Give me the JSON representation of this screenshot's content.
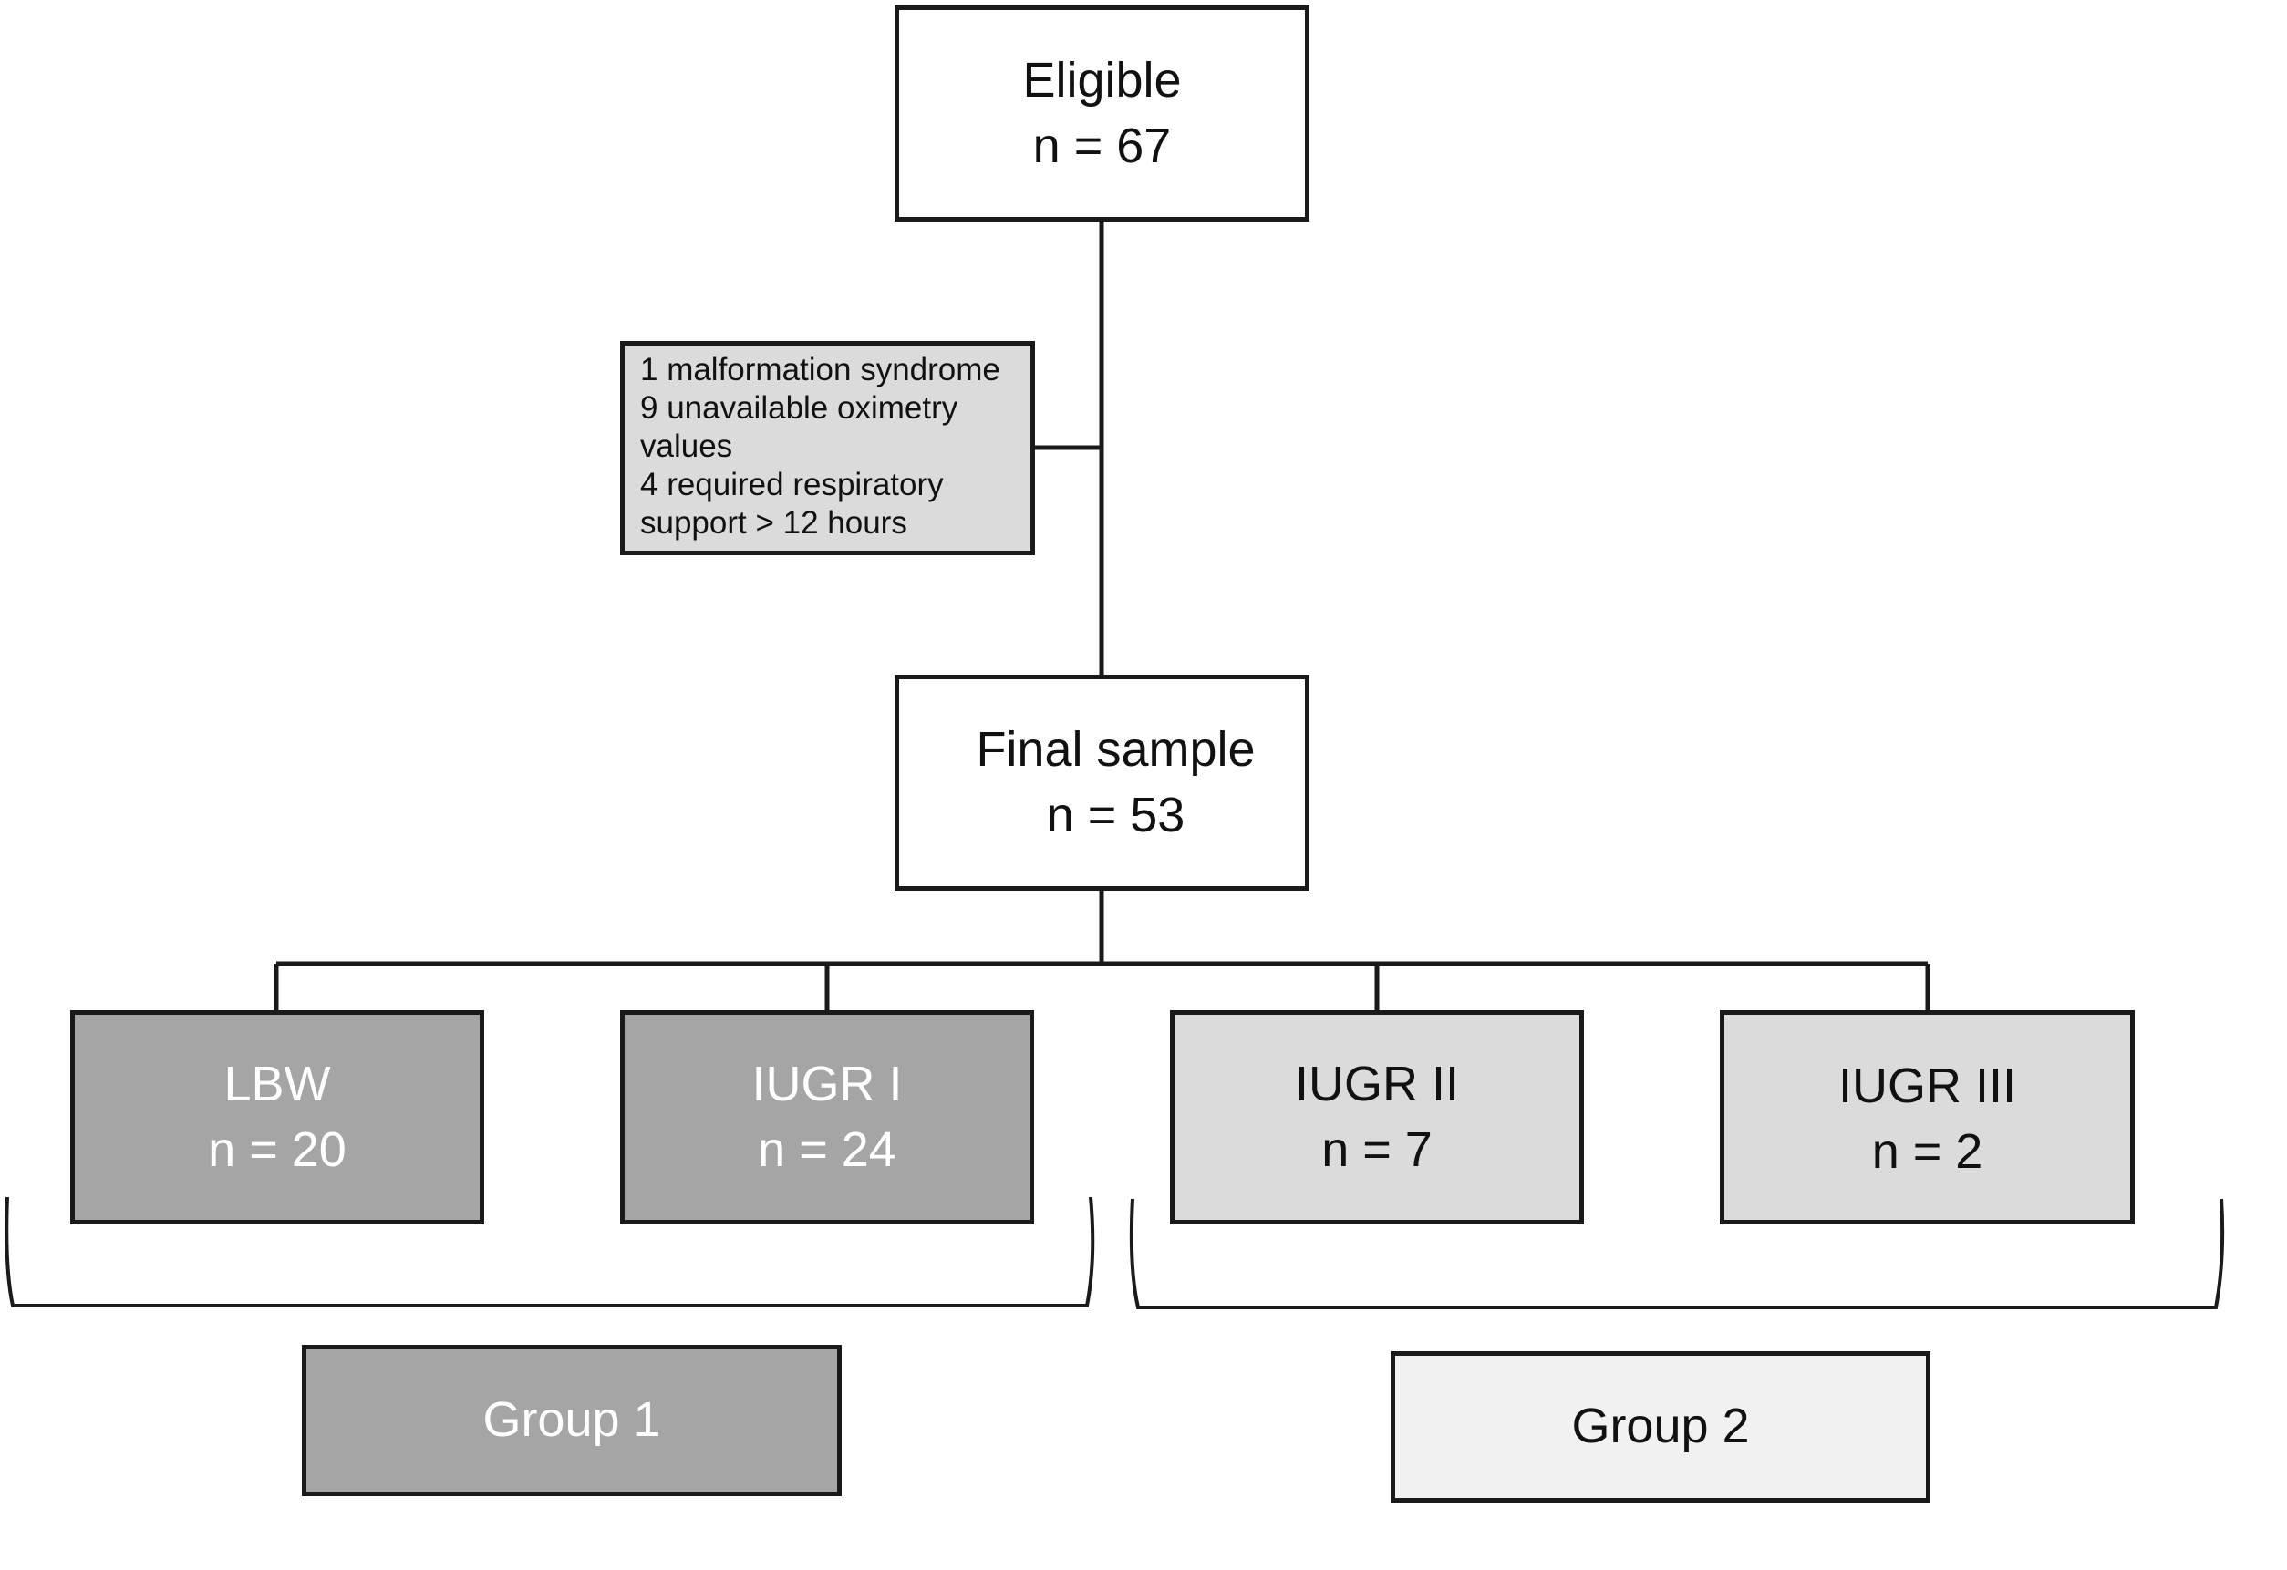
{
  "eligible": {
    "label": "Eligible",
    "count": "n = 67"
  },
  "exclusions": {
    "lines": [
      "1 malformation syndrome",
      "9 unavailable oximetry",
      "values",
      "4 required respiratory",
      "support > 12 hours"
    ]
  },
  "final_sample": {
    "label": "Final sample",
    "count": "n = 53"
  },
  "subgroups": [
    {
      "label": "LBW",
      "count": "n = 20"
    },
    {
      "label": "IUGR I",
      "count": "n = 24"
    },
    {
      "label": "IUGR II",
      "count": "n = 7"
    },
    {
      "label": "IUGR III",
      "count": "n = 2"
    }
  ],
  "groups": [
    {
      "label": "Group 1"
    },
    {
      "label": "Group 2"
    }
  ],
  "colors": {
    "line": "#1a1a1a",
    "exclusion_fill": "#dbdbdb",
    "group1_fill": "#a4a5a4",
    "group2_fill": "#f2f1f1"
  }
}
